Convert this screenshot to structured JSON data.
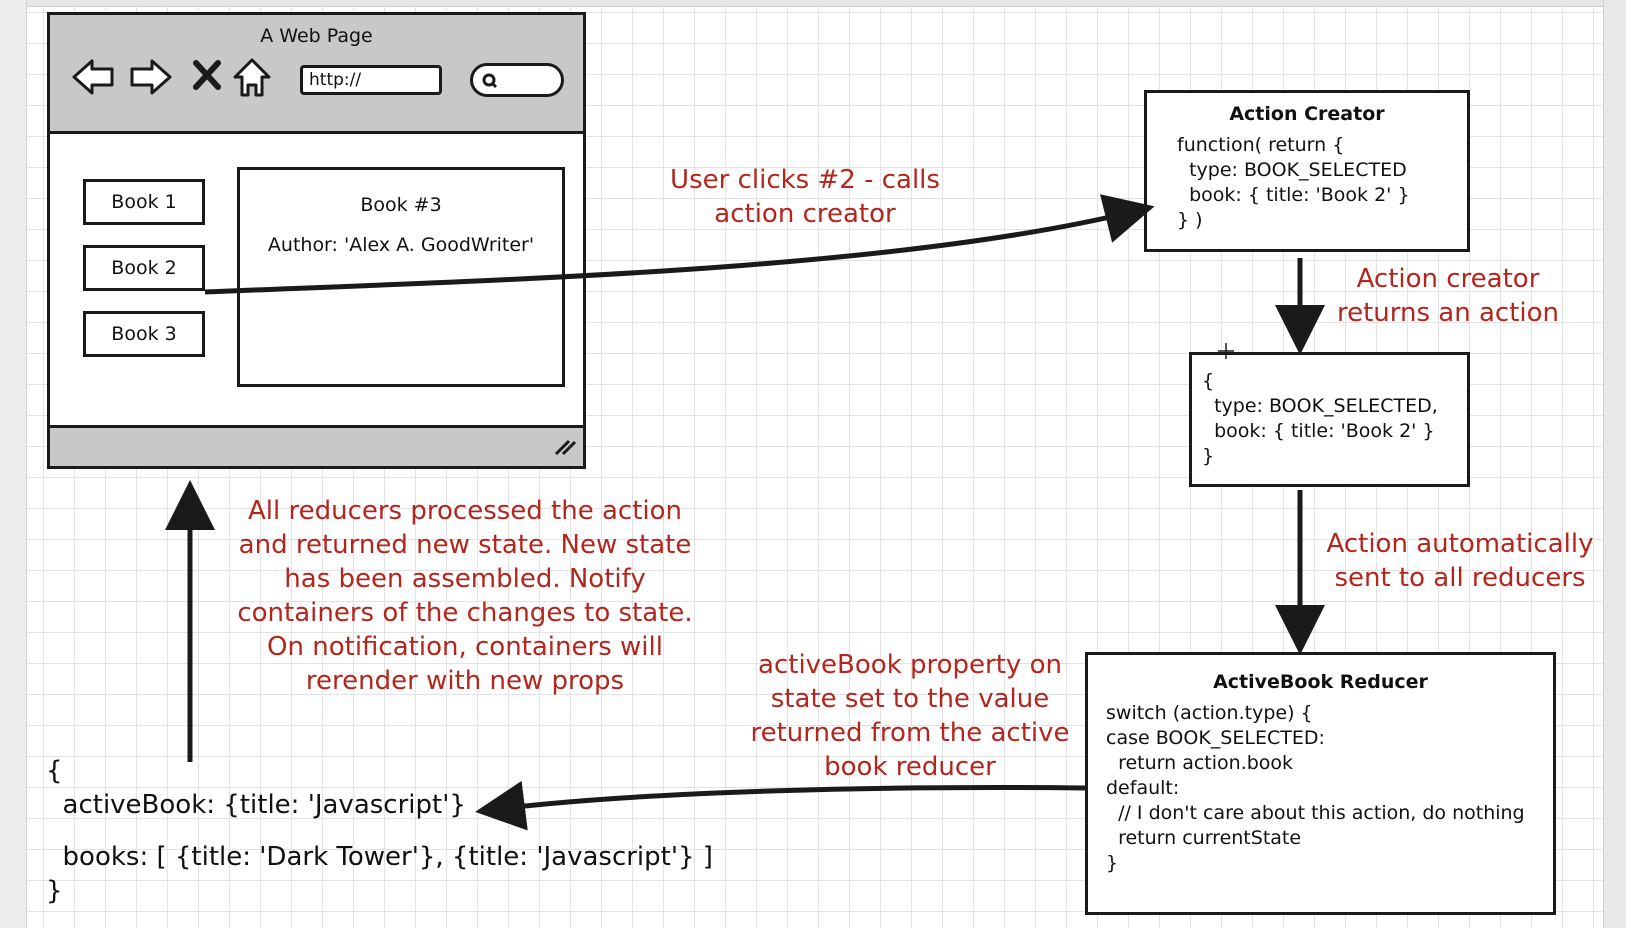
{
  "browser": {
    "title": "A Web Page",
    "url_text": "http://",
    "books": [
      "Book 1",
      "Book 2",
      "Book 3"
    ],
    "detail_title": "Book #3",
    "detail_author": "Author: 'Alex A. GoodWriter'"
  },
  "action_creator": {
    "title": "Action Creator",
    "lines": [
      "function( return {",
      "  type: BOOK_SELECTED",
      "  book: { title: 'Book 2' }",
      "} )"
    ]
  },
  "action_object": {
    "lines": [
      "{",
      "  type: BOOK_SELECTED,",
      "  book: { title: 'Book 2' }",
      "}"
    ]
  },
  "reducer": {
    "title": "ActiveBook Reducer",
    "lines": [
      "switch (action.type) {",
      "case BOOK_SELECTED:",
      "  return action.book",
      "default:",
      "  // I don't care about this action, do nothing",
      "  return currentState",
      "}"
    ]
  },
  "notes": {
    "user_clicks": [
      "User clicks #2 - calls",
      "action creator"
    ],
    "returns_action": [
      "Action creator",
      "returns an action"
    ],
    "sent_to_reducers": [
      "Action automatically",
      "sent to all reducers"
    ],
    "active_book_prop": [
      "activeBook property on",
      "state set to the value",
      "returned from the active",
      "book reducer"
    ],
    "all_reducers": [
      "All reducers processed the action",
      "and returned new state.  New state",
      "has been assembled.  Notify",
      "containers of the changes to state.",
      "On notification, containers will",
      "rerender with new props"
    ]
  },
  "state": {
    "lines": [
      "{",
      "  activeBook: {title: 'Javascript'}",
      "",
      "  books: [ {title: 'Dark Tower'}, {title: 'Javascript'} ]",
      "}"
    ]
  },
  "colors": {
    "annotation": "#b3261e",
    "ink": "#1a1a1a",
    "chrome": "#c8c8c8"
  }
}
